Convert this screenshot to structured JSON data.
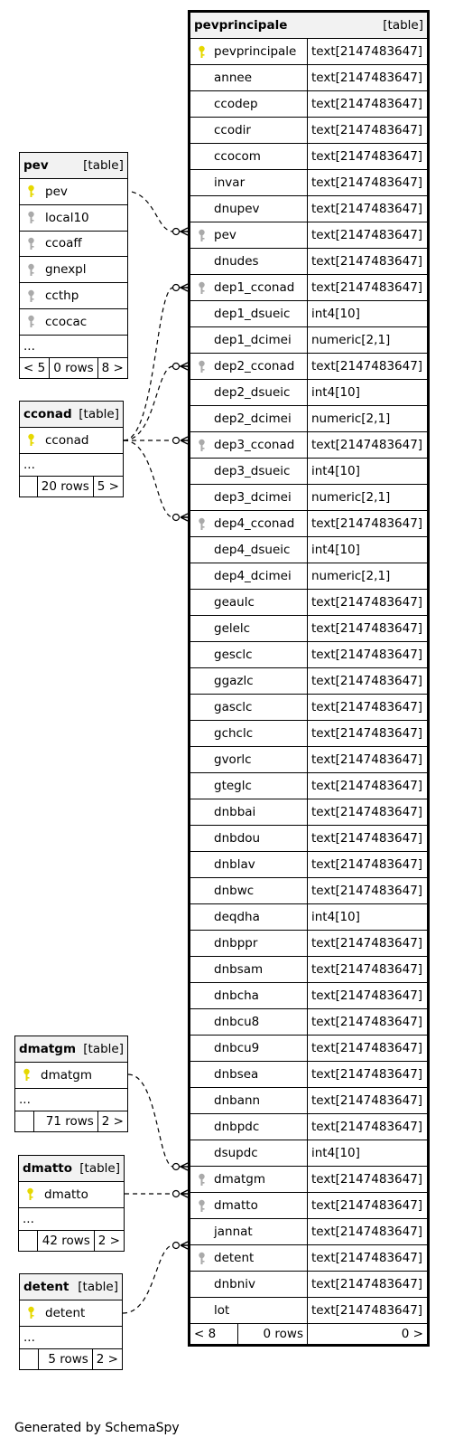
{
  "footer": "Generated by SchemaSpy",
  "tables": {
    "pevprincipale": {
      "name": "pevprincipale",
      "kind": "[table]",
      "columns": [
        {
          "name": "pevprincipale",
          "type": "text[2147483647]",
          "key": "primary"
        },
        {
          "name": "annee",
          "type": "text[2147483647]",
          "key": ""
        },
        {
          "name": "ccodep",
          "type": "text[2147483647]",
          "key": ""
        },
        {
          "name": "ccodir",
          "type": "text[2147483647]",
          "key": ""
        },
        {
          "name": "ccocom",
          "type": "text[2147483647]",
          "key": ""
        },
        {
          "name": "invar",
          "type": "text[2147483647]",
          "key": ""
        },
        {
          "name": "dnupev",
          "type": "text[2147483647]",
          "key": ""
        },
        {
          "name": "pev",
          "type": "text[2147483647]",
          "key": "foreign"
        },
        {
          "name": "dnudes",
          "type": "text[2147483647]",
          "key": ""
        },
        {
          "name": "dep1_cconad",
          "type": "text[2147483647]",
          "key": "foreign"
        },
        {
          "name": "dep1_dsueic",
          "type": "int4[10]",
          "key": ""
        },
        {
          "name": "dep1_dcimei",
          "type": "numeric[2,1]",
          "key": ""
        },
        {
          "name": "dep2_cconad",
          "type": "text[2147483647]",
          "key": "foreign"
        },
        {
          "name": "dep2_dsueic",
          "type": "int4[10]",
          "key": ""
        },
        {
          "name": "dep2_dcimei",
          "type": "numeric[2,1]",
          "key": ""
        },
        {
          "name": "dep3_cconad",
          "type": "text[2147483647]",
          "key": "foreign"
        },
        {
          "name": "dep3_dsueic",
          "type": "int4[10]",
          "key": ""
        },
        {
          "name": "dep3_dcimei",
          "type": "numeric[2,1]",
          "key": ""
        },
        {
          "name": "dep4_cconad",
          "type": "text[2147483647]",
          "key": "foreign"
        },
        {
          "name": "dep4_dsueic",
          "type": "int4[10]",
          "key": ""
        },
        {
          "name": "dep4_dcimei",
          "type": "numeric[2,1]",
          "key": ""
        },
        {
          "name": "geaulc",
          "type": "text[2147483647]",
          "key": ""
        },
        {
          "name": "gelelc",
          "type": "text[2147483647]",
          "key": ""
        },
        {
          "name": "gesclc",
          "type": "text[2147483647]",
          "key": ""
        },
        {
          "name": "ggazlc",
          "type": "text[2147483647]",
          "key": ""
        },
        {
          "name": "gasclc",
          "type": "text[2147483647]",
          "key": ""
        },
        {
          "name": "gchclc",
          "type": "text[2147483647]",
          "key": ""
        },
        {
          "name": "gvorlc",
          "type": "text[2147483647]",
          "key": ""
        },
        {
          "name": "gteglc",
          "type": "text[2147483647]",
          "key": ""
        },
        {
          "name": "dnbbai",
          "type": "text[2147483647]",
          "key": ""
        },
        {
          "name": "dnbdou",
          "type": "text[2147483647]",
          "key": ""
        },
        {
          "name": "dnblav",
          "type": "text[2147483647]",
          "key": ""
        },
        {
          "name": "dnbwc",
          "type": "text[2147483647]",
          "key": ""
        },
        {
          "name": "deqdha",
          "type": "int4[10]",
          "key": ""
        },
        {
          "name": "dnbppr",
          "type": "text[2147483647]",
          "key": ""
        },
        {
          "name": "dnbsam",
          "type": "text[2147483647]",
          "key": ""
        },
        {
          "name": "dnbcha",
          "type": "text[2147483647]",
          "key": ""
        },
        {
          "name": "dnbcu8",
          "type": "text[2147483647]",
          "key": ""
        },
        {
          "name": "dnbcu9",
          "type": "text[2147483647]",
          "key": ""
        },
        {
          "name": "dnbsea",
          "type": "text[2147483647]",
          "key": ""
        },
        {
          "name": "dnbann",
          "type": "text[2147483647]",
          "key": ""
        },
        {
          "name": "dnbpdc",
          "type": "text[2147483647]",
          "key": ""
        },
        {
          "name": "dsupdc",
          "type": "int4[10]",
          "key": ""
        },
        {
          "name": "dmatgm",
          "type": "text[2147483647]",
          "key": "foreign"
        },
        {
          "name": "dmatto",
          "type": "text[2147483647]",
          "key": "foreign"
        },
        {
          "name": "jannat",
          "type": "text[2147483647]",
          "key": ""
        },
        {
          "name": "detent",
          "type": "text[2147483647]",
          "key": "foreign"
        },
        {
          "name": "dnbniv",
          "type": "text[2147483647]",
          "key": ""
        },
        {
          "name": "lot",
          "type": "text[2147483647]",
          "key": ""
        }
      ],
      "footer": {
        "left": "< 8",
        "mid": "0 rows",
        "right": "0 >"
      }
    },
    "pev": {
      "name": "pev",
      "kind": "[table]",
      "columns": [
        {
          "name": "pev",
          "key": "primary"
        },
        {
          "name": "local10",
          "key": "foreign"
        },
        {
          "name": "ccoaff",
          "key": "foreign"
        },
        {
          "name": "gnexpl",
          "key": "foreign"
        },
        {
          "name": "ccthp",
          "key": "foreign"
        },
        {
          "name": "ccocac",
          "key": "foreign"
        }
      ],
      "more": "...",
      "footer": {
        "left": "< 5",
        "mid": "0 rows",
        "right": "8 >"
      }
    },
    "cconad": {
      "name": "cconad",
      "kind": "[table]",
      "columns": [
        {
          "name": "cconad",
          "key": "primary"
        }
      ],
      "more": "...",
      "footer": {
        "left": "",
        "mid": "20 rows",
        "right": "5 >"
      }
    },
    "dmatgm": {
      "name": "dmatgm",
      "kind": "[table]",
      "columns": [
        {
          "name": "dmatgm",
          "key": "primary"
        }
      ],
      "more": "...",
      "footer": {
        "left": "",
        "mid": "71 rows",
        "right": "2 >"
      }
    },
    "dmatto": {
      "name": "dmatto",
      "kind": "[table]",
      "columns": [
        {
          "name": "dmatto",
          "key": "primary"
        }
      ],
      "more": "...",
      "footer": {
        "left": "",
        "mid": "42 rows",
        "right": "2 >"
      }
    },
    "detent": {
      "name": "detent",
      "kind": "[table]",
      "columns": [
        {
          "name": "detent",
          "key": "primary"
        }
      ],
      "more": "...",
      "footer": {
        "left": "",
        "mid": "5 rows",
        "right": "2 >"
      }
    }
  },
  "colors": {
    "primary_key": "#e6d800",
    "foreign_key": "#aaaaaa"
  }
}
